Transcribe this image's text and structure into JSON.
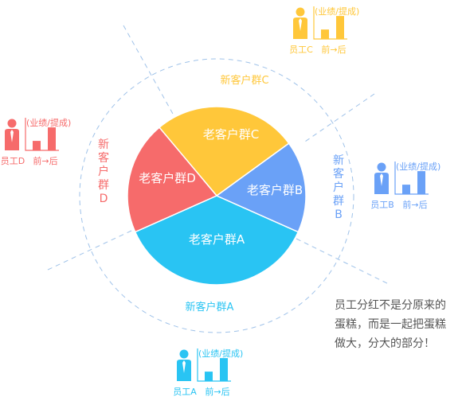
{
  "colors": {
    "A": "#29c4f3",
    "B": "#6aa1f7",
    "C": "#ffc73a",
    "D": "#f66b6b",
    "guide": "#9fc2e9",
    "caption": "#555555"
  },
  "chart_data": {
    "type": "pie",
    "slices": [
      {
        "label": "老客户群A",
        "share": 0.3,
        "color": "#29c4f3"
      },
      {
        "label": "老客户群B",
        "share": 0.16,
        "color": "#6aa1f7"
      },
      {
        "label": "老客户群C",
        "share": 0.26,
        "color": "#ffc73a"
      },
      {
        "label": "老客户群D",
        "share": 0.28,
        "color": "#f66b6b"
      }
    ]
  },
  "new_groups": {
    "A": {
      "label": "新客户群A",
      "color": "#29c4f3"
    },
    "B": {
      "lines": [
        "新",
        "客",
        "户",
        "群",
        "B"
      ],
      "color": "#6aa1f7"
    },
    "C": {
      "label": "新客户群C",
      "color": "#ffc73a"
    },
    "D": {
      "lines": [
        "新",
        "客",
        "户",
        "群",
        "D"
      ],
      "color": "#f66b6b"
    }
  },
  "employees": {
    "A": {
      "name": "员工A",
      "metric": "(业绩/提成)",
      "axis": "前→后",
      "icon": "employee-icon",
      "before": 0.35,
      "after": 0.85
    },
    "B": {
      "name": "员工B",
      "metric": "(业绩/提成)",
      "axis": "前→后",
      "icon": "employee-icon",
      "before": 0.35,
      "after": 0.85
    },
    "C": {
      "name": "员工C",
      "metric": "(业绩/提成)",
      "axis": "前→后",
      "icon": "employee-icon",
      "before": 0.35,
      "after": 0.85
    },
    "D": {
      "name": "员工D",
      "metric": "(业绩/提成)",
      "axis": "前→后",
      "icon": "employee-icon",
      "before": 0.35,
      "after": 0.85
    }
  },
  "caption": {
    "lines": [
      "员工分红不是分原来的",
      "蛋糕，而是一起把蛋糕",
      "做大，分大的部分！"
    ]
  }
}
